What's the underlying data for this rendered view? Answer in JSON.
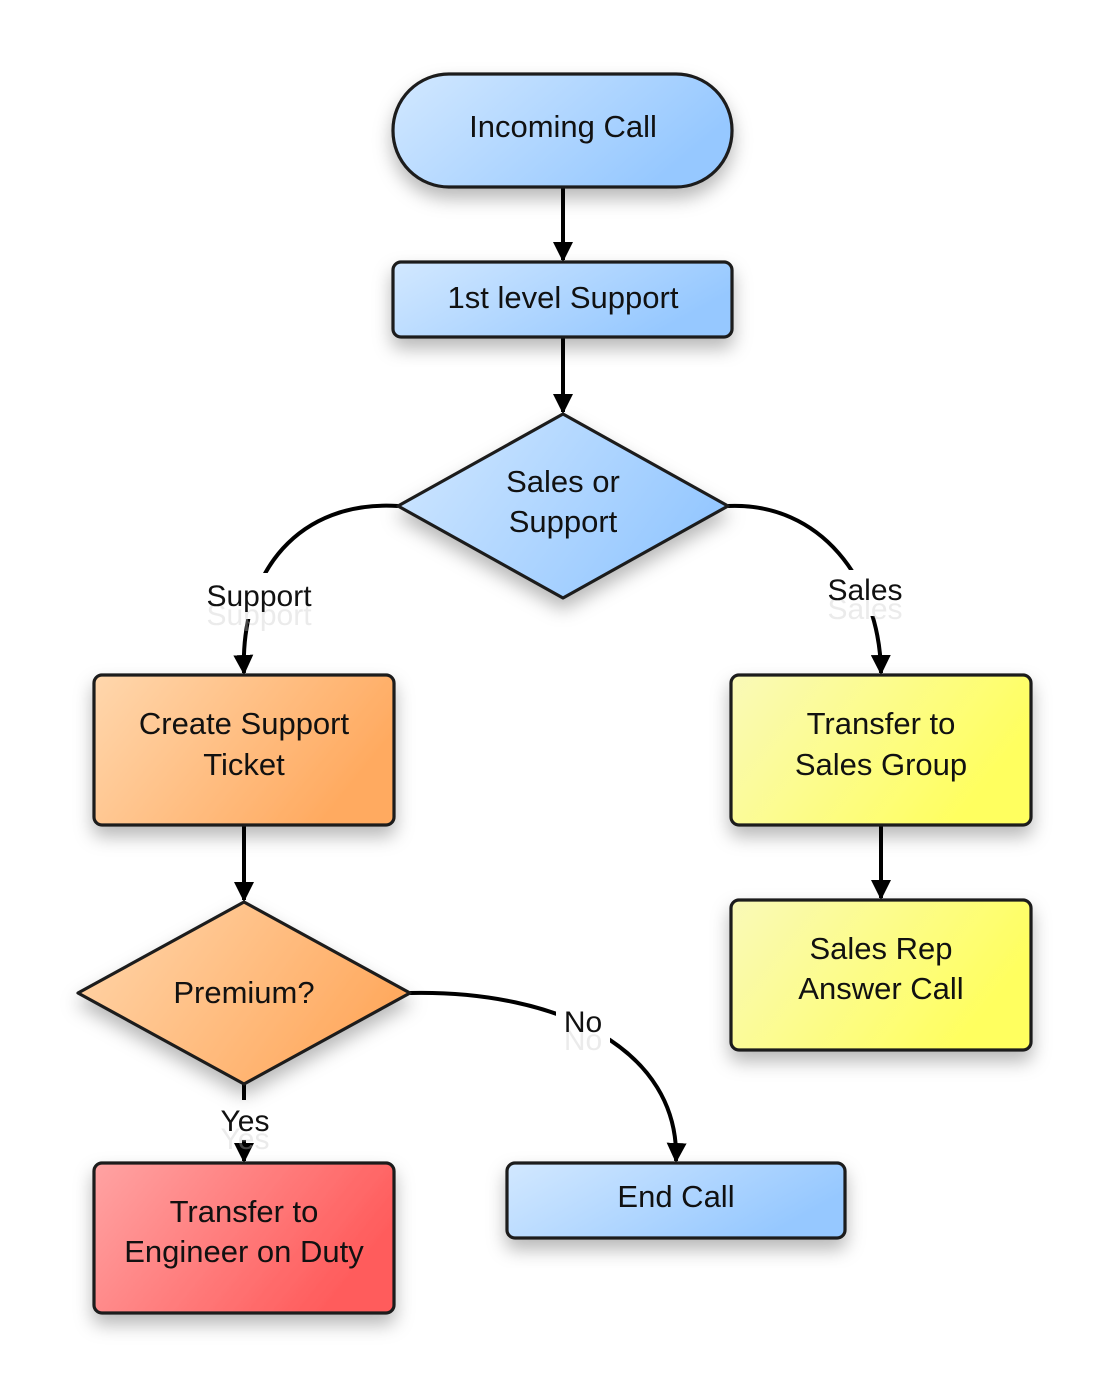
{
  "nodes": {
    "incoming_call": "Incoming Call",
    "first_level_support": "1st level Support",
    "sales_or_support_line1": "Sales or",
    "sales_or_support_line2": "Support",
    "create_ticket_line1": "Create Support",
    "create_ticket_line2": "Ticket",
    "transfer_sales_line1": "Transfer to",
    "transfer_sales_line2": "Sales Group",
    "premium": "Premium?",
    "sales_rep_line1": "Sales Rep",
    "sales_rep_line2": "Answer Call",
    "transfer_engineer_line1": "Transfer to",
    "transfer_engineer_line2": "Engineer on Duty",
    "end_call": "End Call"
  },
  "edge_labels": {
    "support": "Support",
    "sales": "Sales",
    "no": "No",
    "yes": "Yes"
  },
  "colors": {
    "blue_light": "#cce4ff",
    "blue_dark": "#99caff",
    "orange_light": "#ffd3a3",
    "orange_dark": "#ffad66",
    "yellow_light": "#fbfbb0",
    "yellow_dark": "#ffff66",
    "red_light": "#ff9e9e",
    "red_dark": "#ff6060"
  }
}
